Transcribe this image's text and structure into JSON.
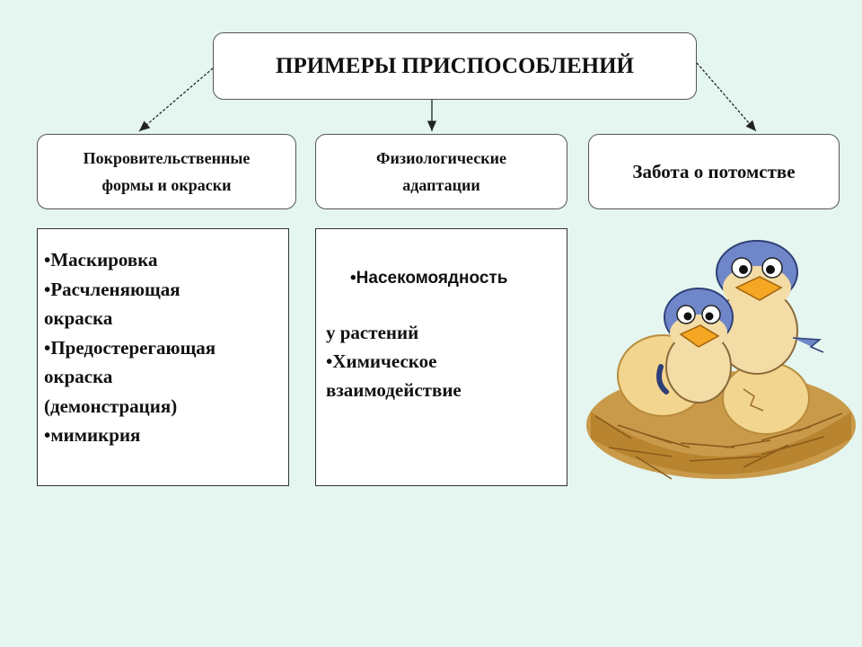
{
  "title": "ПРИМЕРЫ ПРИСПОСОБЛЕНИЙ",
  "categories": [
    {
      "label": "Покровительственные\nформы и окраски"
    },
    {
      "label": "Физиологические\nадаптации"
    },
    {
      "label": "Забота о потомстве"
    }
  ],
  "list1": [
    "•Маскировка",
    "•Расчленяющая\nокраска",
    "•Предостерегающая\nокраска\n(демонстрация)",
    "•мимикрия"
  ],
  "list2": {
    "insect": "•Насекомоядность",
    "plants": [
      "у растений",
      "•Химическое\nвзаимодействие"
    ]
  },
  "image": {
    "icon": "birds-in-nest-illustration"
  },
  "colors": {
    "background": "#e4f6ef",
    "box": "#ffffff",
    "border": "#555555"
  }
}
